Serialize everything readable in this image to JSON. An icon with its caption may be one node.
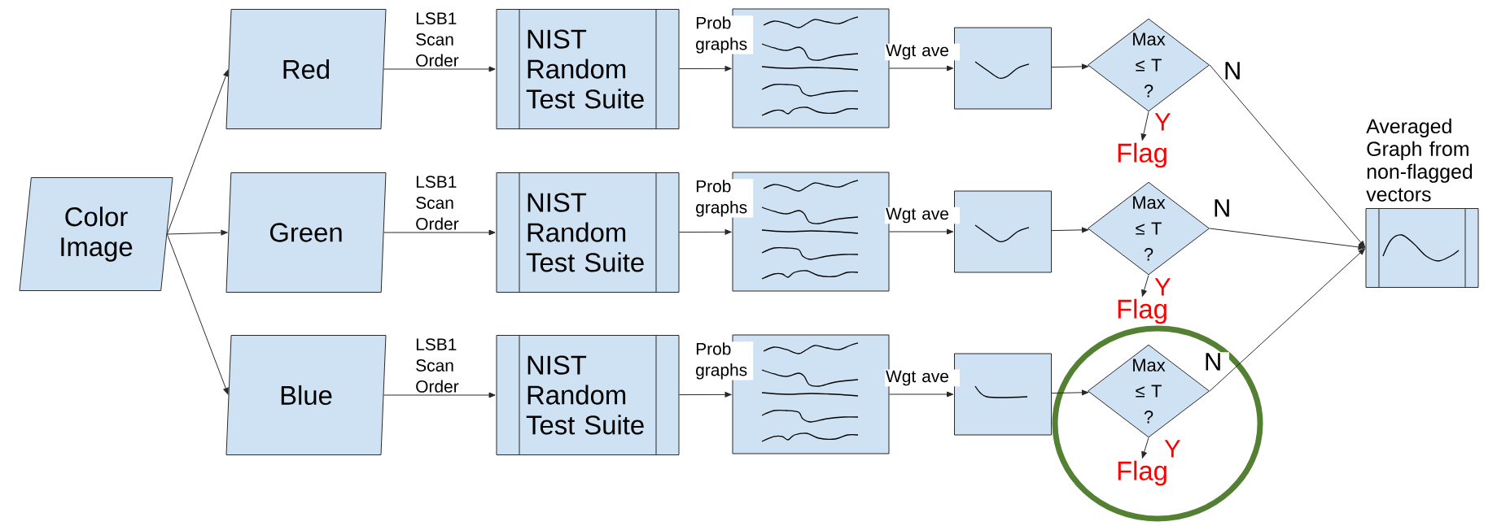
{
  "diagram": {
    "nodes": [
      {
        "text": [
          "Color Image"
        ]
      },
      {
        "text": [
          "Red"
        ]
      },
      {
        "text": [
          "NIST Random Test Suite"
        ]
      },
      {
        "text": [],
        "shape": "picture"
      },
      {
        "text": [],
        "shape": "picture"
      },
      {
        "text": [
          "Max ≤ T ?"
        ]
      },
      {
        "text": [
          "Flag"
        ]
      },
      {
        "text": [
          "Green"
        ]
      },
      {
        "text": [
          "NIST Random Test Suite"
        ]
      },
      {
        "text": [],
        "shape": "picture"
      },
      {
        "text": [],
        "shape": "picture"
      },
      {
        "text": [
          "Max ≤ T ?"
        ]
      },
      {
        "text": [
          "Flag"
        ]
      },
      {
        "text": [
          "Blue"
        ]
      },
      {
        "text": [
          "NIST Random Test Suite"
        ]
      },
      {
        "text": [],
        "shape": "picture"
      },
      {
        "text": [],
        "shape": "picture"
      },
      {
        "text": [
          "Max ≤ T ?"
        ]
      },
      {
        "text": [
          "Flag"
        ]
      },
      {
        "text": [
          "Averaged Graph from non-flagged vectors"
        ]
      }
    ],
    "edges": [
      {
        "from": 0,
        "to": 1,
        "arrow": "to"
      },
      {
        "from": 0,
        "to": 7,
        "arrow": "to"
      },
      {
        "from": 0,
        "to": 13,
        "arrow": "to"
      },
      {
        "from": 1,
        "to": 2,
        "arrow": "to",
        "label": "LSB1 Scan Order"
      },
      {
        "from": 2,
        "to": 3,
        "arrow": "to",
        "label": "Prob graphs"
      },
      {
        "from": 3,
        "to": 4,
        "arrow": "to",
        "label": "Wgt ave"
      },
      {
        "from": 4,
        "to": 5,
        "arrow": "to"
      },
      {
        "from": 5,
        "to": 6,
        "arrow": "to",
        "label": "Y"
      },
      {
        "from": 5,
        "to": 19,
        "arrow": "to",
        "label": "N"
      },
      {
        "from": 7,
        "to": 8,
        "arrow": "to",
        "label": "LSB1 Scan Order"
      },
      {
        "from": 8,
        "to": 9,
        "arrow": "to",
        "label": "Prob graphs"
      },
      {
        "from": 9,
        "to": 10,
        "arrow": "to",
        "label": "Wgt ave"
      },
      {
        "from": 10,
        "to": 11,
        "arrow": "to"
      },
      {
        "from": 11,
        "to": 12,
        "arrow": "to",
        "label": "Y"
      },
      {
        "from": 11,
        "to": 19,
        "arrow": "to",
        "label": "N"
      },
      {
        "from": 13,
        "to": 14,
        "arrow": "to",
        "label": "LSB1 Scan Order"
      },
      {
        "from": 14,
        "to": 15,
        "arrow": "to",
        "label": "Prob graphs"
      },
      {
        "from": 15,
        "to": 16,
        "arrow": "to",
        "label": "Wgt ave"
      },
      {
        "from": 16,
        "to": 17,
        "arrow": "to"
      },
      {
        "from": 17,
        "to": 18,
        "arrow": "to",
        "label": "Y"
      },
      {
        "from": 17,
        "to": 19,
        "arrow": "to",
        "label": "N"
      }
    ]
  }
}
